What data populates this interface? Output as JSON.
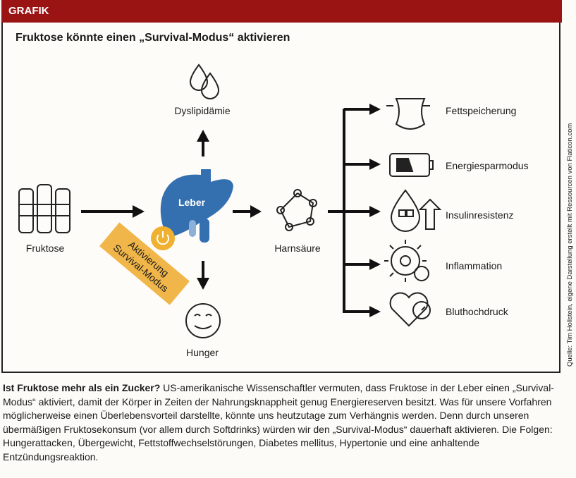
{
  "header": {
    "label": "GRAFIK"
  },
  "title": "Fruktose könnte einen „Survival-Modus“ aktivieren",
  "nodes": {
    "fructose": "Fruktose",
    "liver": "Leber",
    "badge_line1": "Aktivierung",
    "badge_line2": "Survival-Modus",
    "dyslipidemia": "Dyslipidämie",
    "hunger": "Hunger",
    "uric_acid": "Harnsäure"
  },
  "outcomes": [
    "Fettspeicherung",
    "Energiesparmodus",
    "Insulinresistenz",
    "Inflammation",
    "Bluthochdruck"
  ],
  "credit": "Quelle: Tim Hollstein, eigene Darstellung erstellt mit Ressourcen von Flaticon.com",
  "caption": {
    "lead": "Ist Fruktose mehr als ein Zucker?",
    "body": " US-amerikanische Wissenschaftler vermuten, dass Fruktose in der Leber einen „Survival-Modus“ aktiviert, damit der Körper in Zeiten der Nahrungsknappheit genug Energiereserven besitzt. Was für unsere Vorfahren möglicherweise einen Überlebensvorteil darstellte, könnte uns heutzutage zum Verhängnis werden. Denn durch unseren übermäßigen Fruktosekonsum (vor allem durch Softdrinks) würden wir den „Survival-Modus“ dauerhaft aktivieren. Die Folgen: Hungerattacken, Übergewicht, Fettstoffwechselstörungen, Diabetes mellitus, Hypertonie und eine anhaltende Entzündungsreaktion."
  },
  "colors": {
    "header": "#9b1414",
    "liver": "#3470b0",
    "badge": "#f0b64a",
    "power": "#f0b030"
  }
}
